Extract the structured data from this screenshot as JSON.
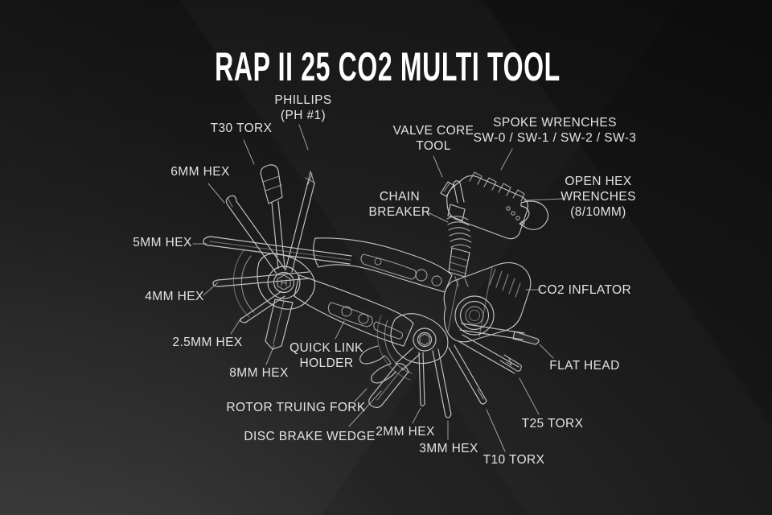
{
  "title": "RAP II 25 CO2 MULTI TOOL",
  "callouts": [
    {
      "id": "phillips",
      "text": "PHILLIPS\n(PH #1)"
    },
    {
      "id": "t30-torx",
      "text": "T30 TORX"
    },
    {
      "id": "6mm-hex",
      "text": "6MM HEX"
    },
    {
      "id": "5mm-hex",
      "text": "5MM HEX"
    },
    {
      "id": "4mm-hex",
      "text": "4MM HEX"
    },
    {
      "id": "2-5mm-hex",
      "text": "2.5MM HEX"
    },
    {
      "id": "8mm-hex",
      "text": "8MM HEX"
    },
    {
      "id": "quick-link-holder",
      "text": "QUICK LINK\nHOLDER"
    },
    {
      "id": "rotor-truing-fork",
      "text": "ROTOR TRUING FORK"
    },
    {
      "id": "disc-brake-wedge",
      "text": "DISC BRAKE WEDGE"
    },
    {
      "id": "2mm-hex",
      "text": "2MM HEX"
    },
    {
      "id": "3mm-hex",
      "text": "3MM HEX"
    },
    {
      "id": "t10-torx",
      "text": "T10 TORX"
    },
    {
      "id": "t25-torx",
      "text": "T25 TORX"
    },
    {
      "id": "flat-head",
      "text": "FLAT HEAD"
    },
    {
      "id": "co2-inflator",
      "text": "CO2 INFLATOR"
    },
    {
      "id": "open-hex-wrenches",
      "text": "OPEN HEX\nWRENCHES\n(8/10MM)"
    },
    {
      "id": "spoke-wrenches",
      "text": "SPOKE WRENCHES\nSW-0 / SW-1 / SW-2 / SW-3"
    },
    {
      "id": "valve-core-tool",
      "text": "VALVE CORE\nTOOL"
    },
    {
      "id": "chain-breaker",
      "text": "CHAIN\nBREAKER"
    }
  ],
  "colors": {
    "background": "#141414",
    "background_highlight": "#3a3a3a",
    "line_art": "#d6d6d6",
    "label_text": "#e3e3e3",
    "title_text": "#ffffff"
  }
}
